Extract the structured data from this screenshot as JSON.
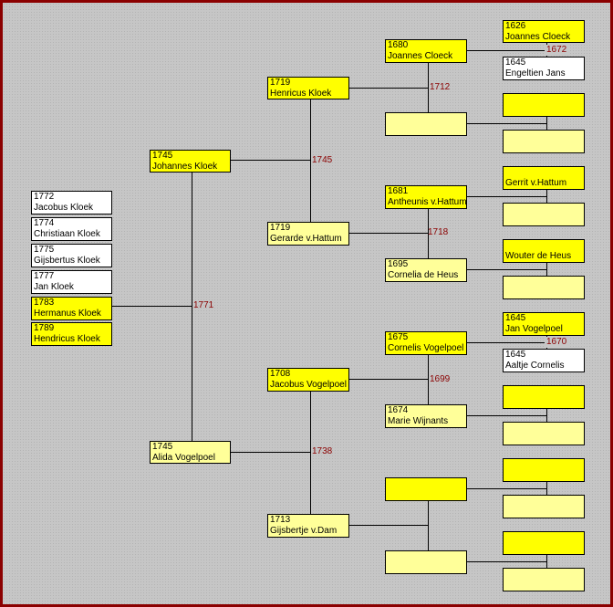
{
  "children": [
    {
      "year": "1772",
      "name": "Jacobus Kloek"
    },
    {
      "year": "1774",
      "name": "Christiaan Kloek"
    },
    {
      "year": "1775",
      "name": "Gijsbertus Kloek"
    },
    {
      "year": "1777",
      "name": "Jan Kloek"
    },
    {
      "year": "1783",
      "name": "Hermanus Kloek"
    },
    {
      "year": "1789",
      "name": "Hendricus Kloek"
    }
  ],
  "parents": {
    "father": {
      "year": "1745",
      "name": "Johannes Kloek"
    },
    "mother": {
      "year": "1745",
      "name": "Alida Vogelpoel"
    },
    "marriage": "1771"
  },
  "grandparents": {
    "ff": {
      "year": "1719",
      "name": "Henricus Kloek"
    },
    "fm": {
      "year": "1719",
      "name": "Gerarde v.Hattum"
    },
    "f_marriage": "1745",
    "mf": {
      "year": "1708",
      "name": "Jacobus Vogelpoel"
    },
    "mm": {
      "year": "1713",
      "name": "Gijsbertje v.Dam"
    },
    "m_marriage": "1738"
  },
  "great_grandparents": {
    "g1": {
      "year": "1680",
      "name": "Joannes Cloeck"
    },
    "g1_marriage": "1712",
    "g3": {
      "year": "1681",
      "name": "Antheunis v.Hattum"
    },
    "g4": {
      "year": "1695",
      "name": "Cornelia de Heus"
    },
    "g34_marriage": "1718",
    "g5": {
      "year": "1675",
      "name": "Cornelis Vogelpoel"
    },
    "g6": {
      "year": "1674",
      "name": "Marie Wijnants"
    },
    "g56_marriage": "1699"
  },
  "great_great_grandparents": {
    "a1": {
      "year": "1626",
      "name": "Joannes Cloeck"
    },
    "a2": {
      "year": "1645",
      "name": "Engeltien Jans"
    },
    "a12_marriage": "1672",
    "a5": {
      "name": "Gerrit v.Hattum"
    },
    "a7": {
      "name": "Wouter de Heus"
    },
    "a9": {
      "year": "1645",
      "name": "Jan Vogelpoel"
    },
    "a10": {
      "year": "1645",
      "name": "Aaltje Cornelis"
    },
    "a910_marriage": "1670"
  },
  "colors": {
    "border": "#8b0000",
    "male": "#ffff00",
    "female": "#ffff99",
    "child": "#ffffff",
    "year_text": "#8b0000"
  }
}
